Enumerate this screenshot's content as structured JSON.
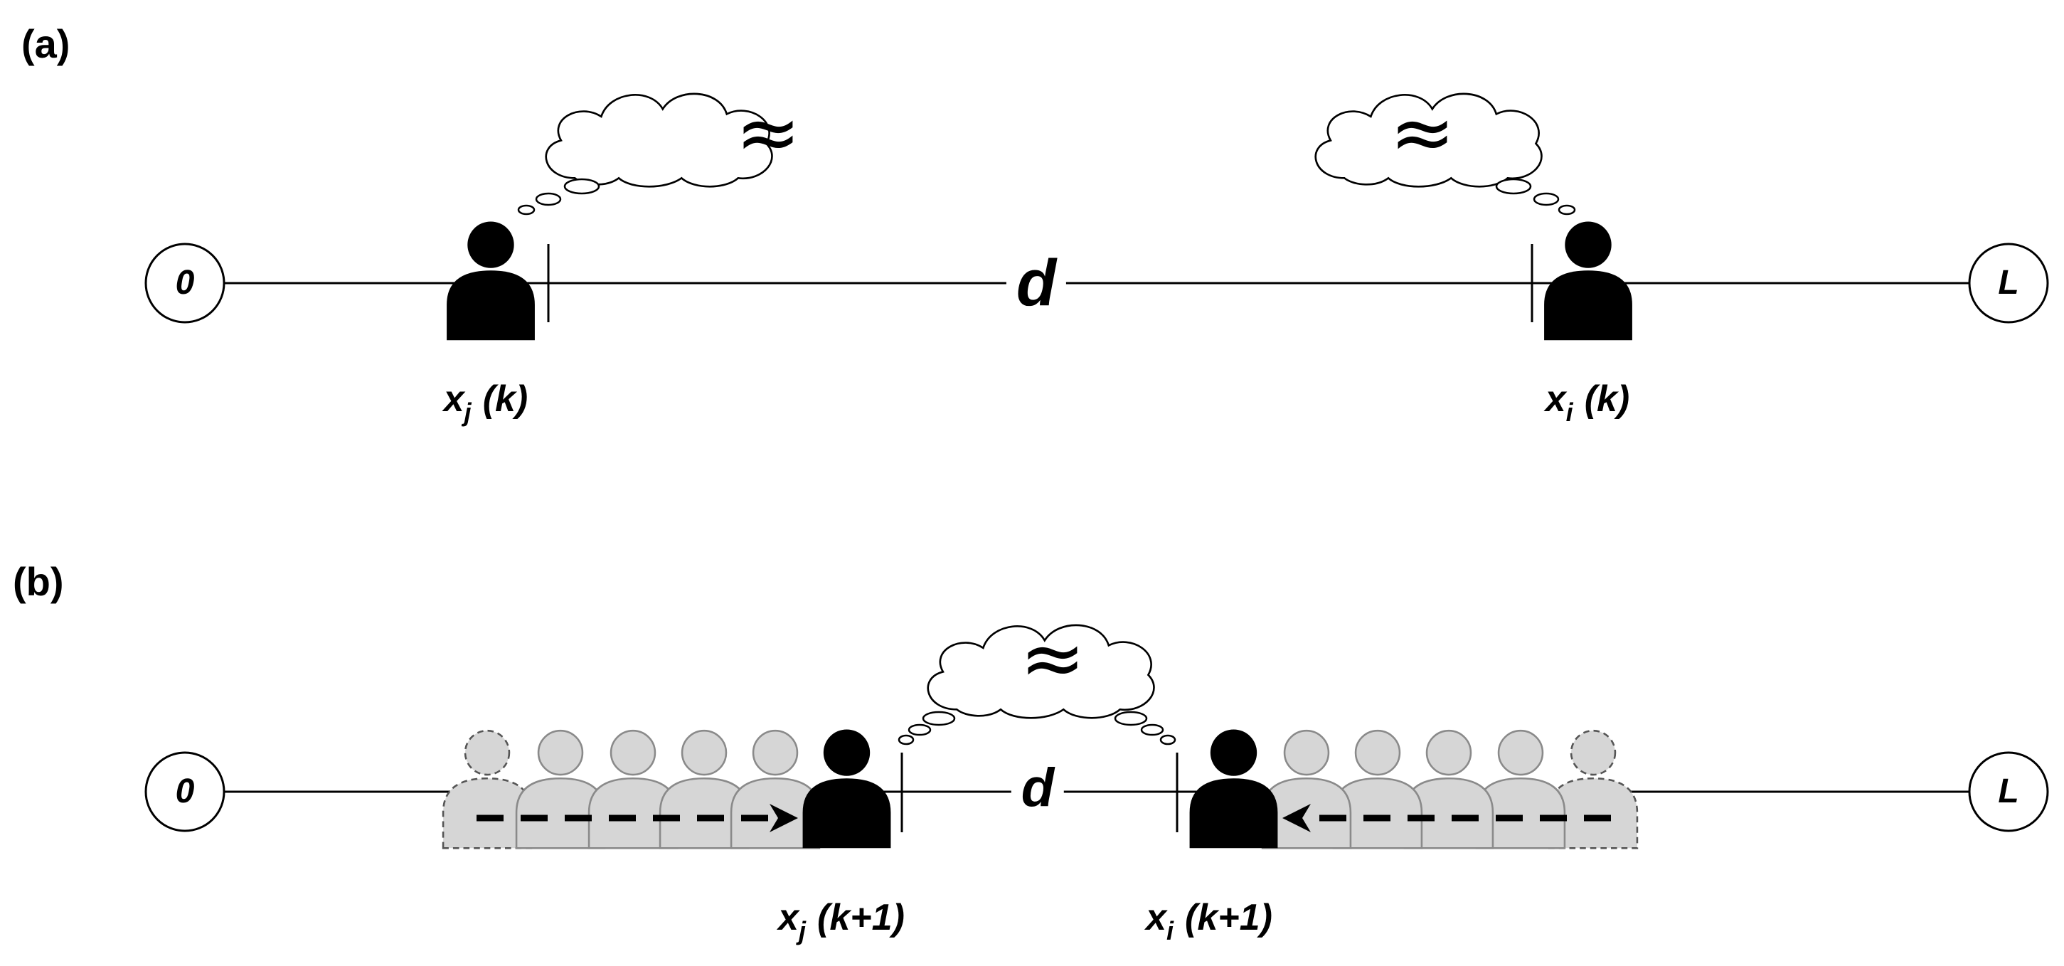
{
  "panels": [
    {
      "label": "(a)",
      "origin_label": "0",
      "end_label": "L",
      "distance_label": "d",
      "left_agent": {
        "var": "x",
        "sub": "j",
        "arg": "(k)"
      },
      "right_agent": {
        "var": "x",
        "sub": "i",
        "arg": "(k)"
      },
      "thought_symbol": "≈"
    },
    {
      "label": "(b)",
      "origin_label": "0",
      "end_label": "L",
      "distance_label": "d",
      "left_agent": {
        "var": "x",
        "sub": "j",
        "arg": "(k+1)"
      },
      "right_agent": {
        "var": "x",
        "sub": "i",
        "arg": "(k+1)"
      },
      "thought_symbol": "≈"
    }
  ],
  "colors": {
    "agent": "#000000",
    "ghost_fill": "#d6d6d6",
    "ghost_stroke": "#8a8a8a",
    "line": "#000000"
  },
  "icons": [
    "person-icon",
    "thought-cloud-icon",
    "motion-arrow"
  ]
}
